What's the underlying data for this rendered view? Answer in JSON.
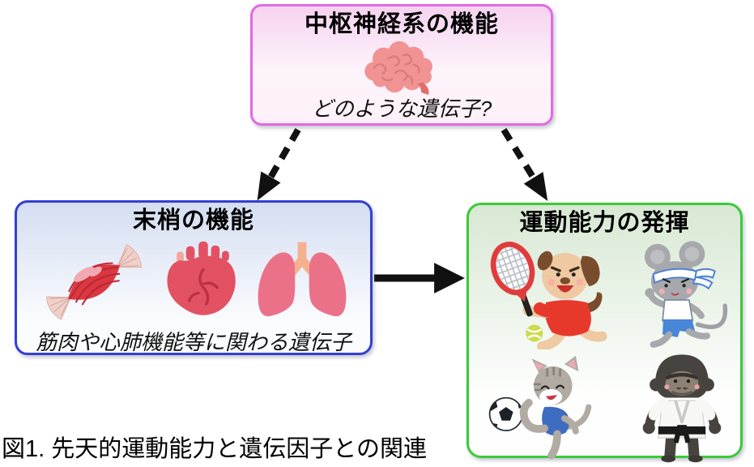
{
  "caption": "図1. 先天的運動能力と遺伝因子との関連",
  "boxes": {
    "central": {
      "title": "中枢神経系の機能",
      "subtitle": "どのような遺伝子?",
      "border_color": "#e26ae2",
      "icons": [
        "brain-icon"
      ]
    },
    "peripheral": {
      "title": "末梢の機能",
      "subtitle": "筋肉や心肺機能等に関わる遺伝子",
      "border_color": "#3340cf",
      "icons": [
        "muscle-icon",
        "heart-icon",
        "lungs-icon"
      ]
    },
    "performance": {
      "title": "運動能力の発揮",
      "border_color": "#3bc93b",
      "icons": [
        "dog-tennis-icon",
        "mouse-running-icon",
        "cat-soccer-icon",
        "gorilla-judo-icon"
      ]
    }
  },
  "arrows": {
    "central_to_peripheral": {
      "from": "central",
      "to": "peripheral",
      "style": "dashed",
      "color": "#111111"
    },
    "central_to_performance": {
      "from": "central",
      "to": "performance",
      "style": "dashed",
      "color": "#111111"
    },
    "peripheral_to_performance": {
      "from": "peripheral",
      "to": "performance",
      "style": "solid",
      "color": "#111111"
    }
  }
}
